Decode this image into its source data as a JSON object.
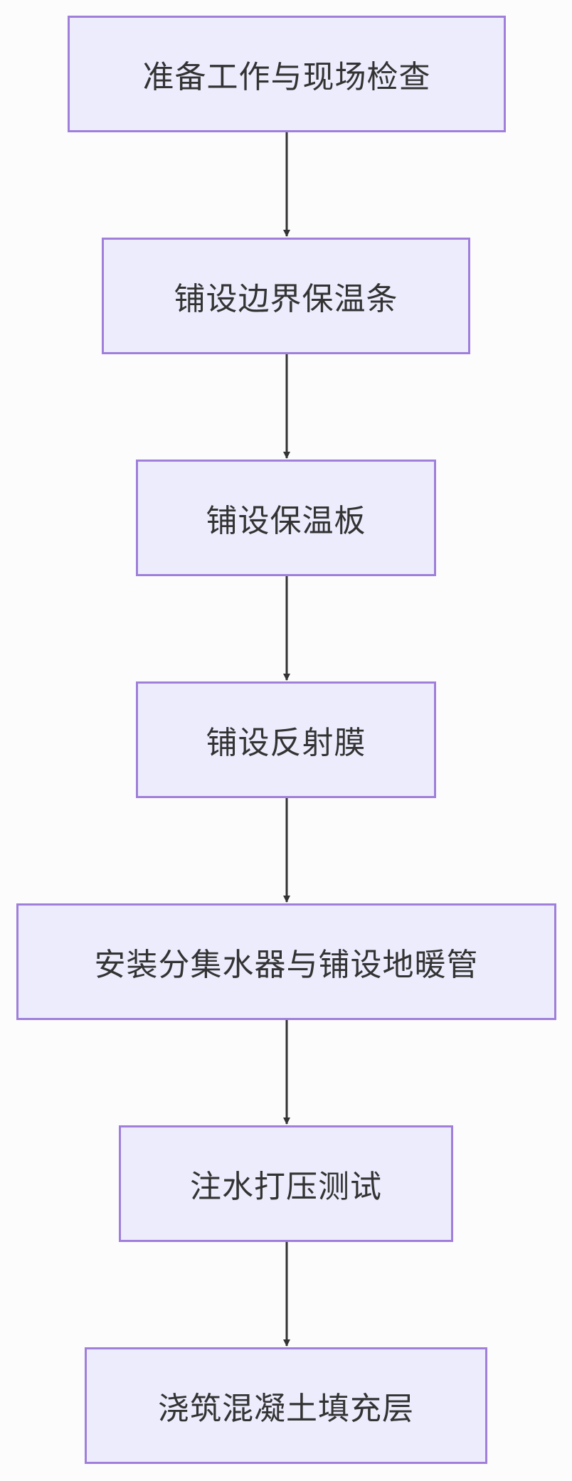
{
  "diagram": {
    "type": "flowchart",
    "direction": "top-to-bottom",
    "colors": {
      "node_fill": "#ececfd",
      "node_border": "#9f7fda",
      "text": "#333333",
      "edge": "#333333",
      "background": "#fdfcfc"
    },
    "nodes": [
      {
        "id": "n1",
        "label": "准备工作与现场检查"
      },
      {
        "id": "n2",
        "label": "铺设边界保温条"
      },
      {
        "id": "n3",
        "label": "铺设保温板"
      },
      {
        "id": "n4",
        "label": "铺设反射膜"
      },
      {
        "id": "n5",
        "label": "安装分集水器与铺设地暖管"
      },
      {
        "id": "n6",
        "label": "注水打压测试"
      },
      {
        "id": "n7",
        "label": "浇筑混凝土填充层"
      }
    ],
    "edges": [
      {
        "from": "n1",
        "to": "n2"
      },
      {
        "from": "n2",
        "to": "n3"
      },
      {
        "from": "n3",
        "to": "n4"
      },
      {
        "from": "n4",
        "to": "n5"
      },
      {
        "from": "n5",
        "to": "n6"
      },
      {
        "from": "n6",
        "to": "n7"
      }
    ]
  }
}
